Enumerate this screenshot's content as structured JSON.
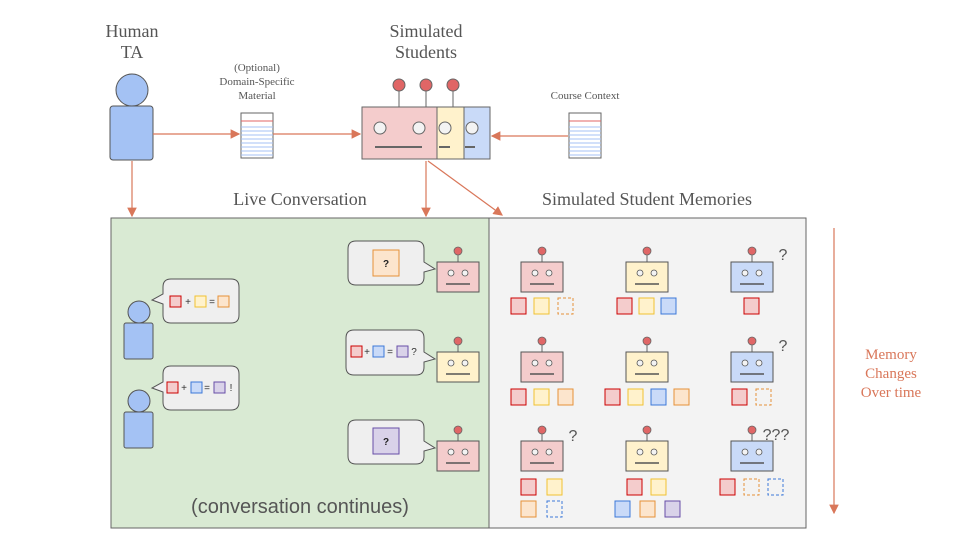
{
  "header": {
    "human_ta": [
      "Human",
      "TA"
    ],
    "simulated_students": [
      "Simulated",
      "Students"
    ],
    "optional_material": [
      "(Optional)",
      "Domain-Specific",
      "Material"
    ],
    "course_context": "Course Context"
  },
  "sections": {
    "live_conversation": "Live Conversation",
    "simulated_memories": "Simulated Student Memories",
    "continues": "(conversation continues)",
    "memory_changes": [
      "Memory",
      "Changes",
      "Over time"
    ]
  },
  "conversation": {
    "question_mark": "?",
    "plus": "+",
    "equals": "=",
    "bang": "!"
  },
  "memories": {
    "question_single": "?",
    "question_triple": "???"
  },
  "colors": {
    "arrow": "#d9775a",
    "human": "#a4c2f4",
    "red_robot": "#f4cccc",
    "yellow_robot": "#fff2cc",
    "blue_robot": "#c9daf8",
    "live_bg": "#d9ead3",
    "memory_bg": "#f3f3f3",
    "antenna": "#e06666",
    "purple_square": "#d9d2e9"
  }
}
